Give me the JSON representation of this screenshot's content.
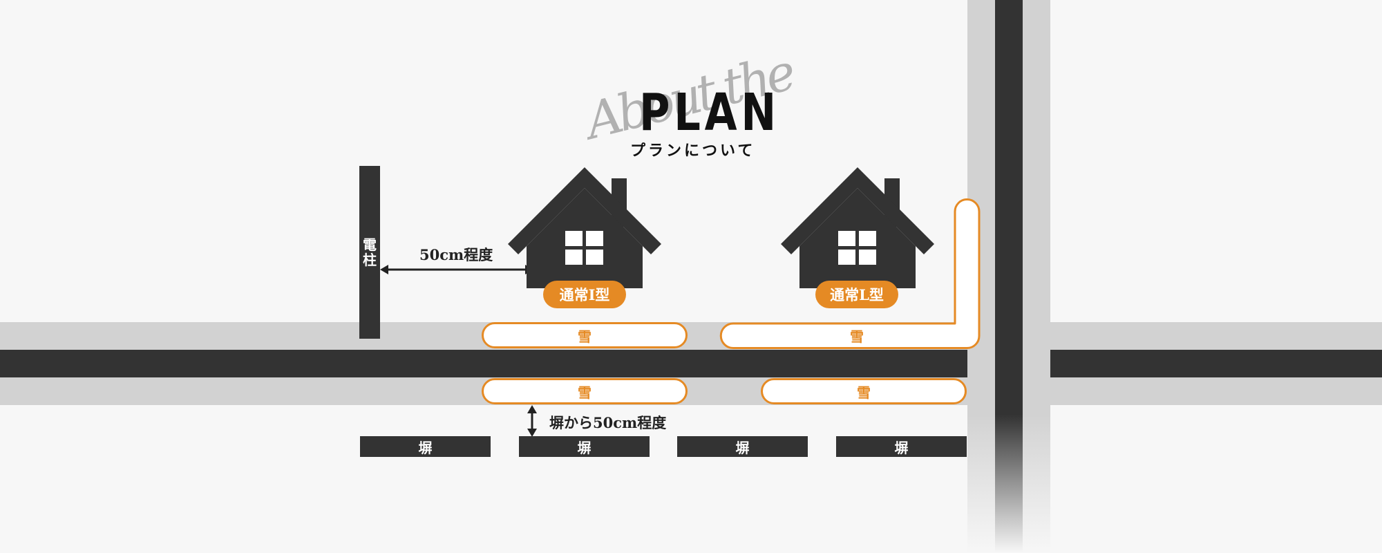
{
  "header": {
    "script_text": "About the",
    "title": "PLAN",
    "subtitle": "プランについて"
  },
  "pole": {
    "char1": "電",
    "char2": "柱",
    "distance_label": "50cm程度"
  },
  "houses": [
    {
      "badge": "通常I型"
    },
    {
      "badge": "通常L型"
    }
  ],
  "snow_label": "雪",
  "wall_distance_label": "塀から50cm程度",
  "wall_label": "塀",
  "colors": {
    "accent": "#e58a24",
    "dark": "#333333",
    "road_light": "#d2d2d2",
    "background": "#f7f7f7"
  },
  "icons": [
    "house-icon",
    "double-arrow-icon"
  ]
}
